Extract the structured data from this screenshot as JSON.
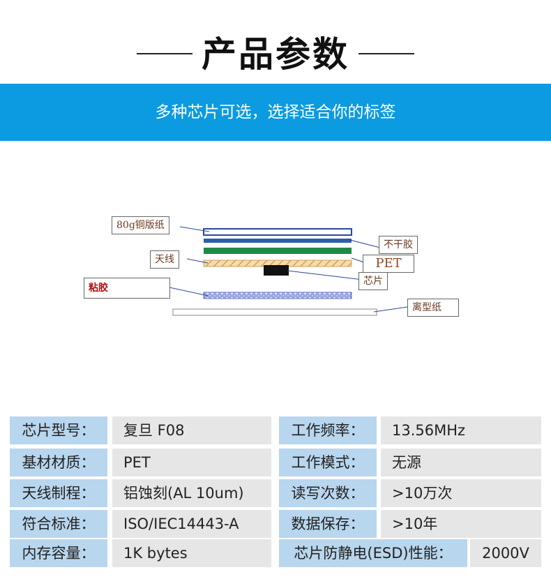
{
  "header": {
    "title": "产品参数"
  },
  "banner": {
    "text": "多种芯片可选，选择适合你的标签"
  },
  "diagram": {
    "labels": {
      "paper": "80g铜版纸",
      "adhesive_dry": "不干胶",
      "antenna": "天线",
      "pet": "PET",
      "chip": "芯片",
      "glue": "粘胶",
      "release": "离型纸"
    },
    "colors": {
      "top_layer_border": "#27489a",
      "blue_layer": "#2d5fa8",
      "green_layer": "#1c8a4a",
      "antenna_layer": "#e9b96e",
      "chip": "#111111",
      "glue_layer": "#8a96d8"
    }
  },
  "specs": {
    "rows": [
      {
        "k1": "芯片型号：",
        "v1": "复旦 F08",
        "k2": "工作频率：",
        "v2": "13.56MHz"
      },
      {
        "k1": "基材材质：",
        "v1": "PET",
        "k2": "工作模式：",
        "v2": "无源"
      },
      {
        "k1": "天线制程：",
        "v1": "铝蚀刻(AL 10um)",
        "k2": "读写次数：",
        "v2": ">10万次"
      },
      {
        "k1": "符合标准：",
        "v1": "ISO/IEC14443-A",
        "k2": "数据保存：",
        "v2": ">10年"
      },
      {
        "k1": "内存容量：",
        "v1": "1K bytes",
        "k2": "芯片防静电(ESD)性能：",
        "v2": "2000V"
      }
    ]
  }
}
